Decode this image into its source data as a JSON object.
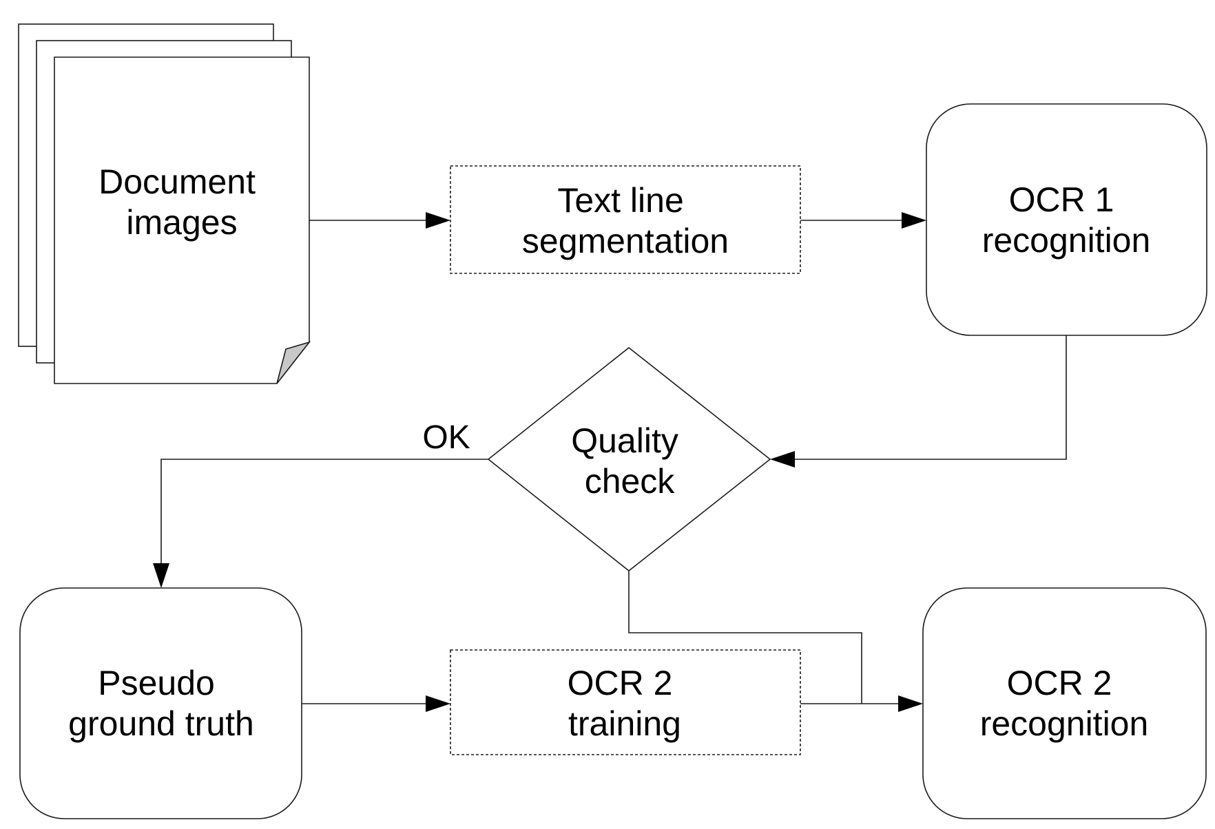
{
  "nodes": {
    "document_images": {
      "lines": [
        "Document",
        "images"
      ]
    },
    "text_line_segmentation": {
      "lines": [
        "Text line",
        "segmentation"
      ]
    },
    "ocr1_recognition": {
      "lines": [
        "OCR 1",
        "recognition"
      ]
    },
    "quality_check": {
      "lines": [
        "Quality",
        "check"
      ]
    },
    "pseudo_ground_truth": {
      "lines": [
        "Pseudo",
        "ground truth"
      ]
    },
    "ocr2_training": {
      "lines": [
        "OCR 2",
        "training"
      ]
    },
    "ocr2_recognition": {
      "lines": [
        "OCR 2",
        "recognition"
      ]
    }
  },
  "edges": {
    "ok_label": "OK"
  },
  "colors": {
    "stroke": "#1a1a1a",
    "fold": "#c8c8c8",
    "background": "#ffffff"
  }
}
